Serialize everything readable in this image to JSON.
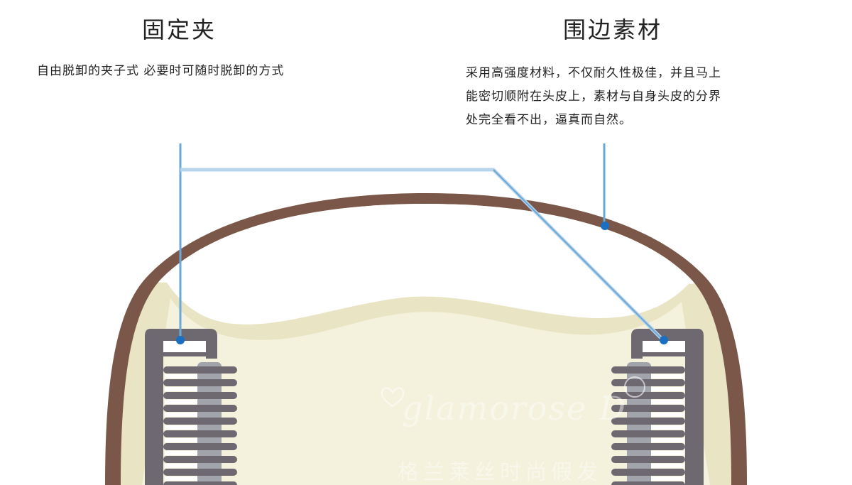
{
  "callouts": {
    "clip": {
      "title": "固定夹",
      "description": "自由脱卸的夹子式 必要时可随时脱卸的方式"
    },
    "edge": {
      "title": "围边素材",
      "description_lines": [
        "采用高强度材料，不仅耐久性极佳，并且马上",
        "能密切顺附在头皮上，素材与自身头皮的分界",
        "处完全看不出，逼真而自然。"
      ]
    }
  },
  "watermark": {
    "script": "glamorose D",
    "registered_mark": "®",
    "chinese": "格兰莱丝时尚假发"
  },
  "icons": {
    "heart": "heart-icon",
    "registered": "registered-icon"
  },
  "colors": {
    "border": "#7a5748",
    "cap": "#f4f1dc",
    "cap_inner": "#e9e4c3",
    "clip_frame": "#6e6870",
    "clip_spring": "#a1a4ab",
    "leader_line": "#6aa8d8",
    "leader_line_light": "#b8d4ec",
    "marker": "#1a6fc0"
  }
}
